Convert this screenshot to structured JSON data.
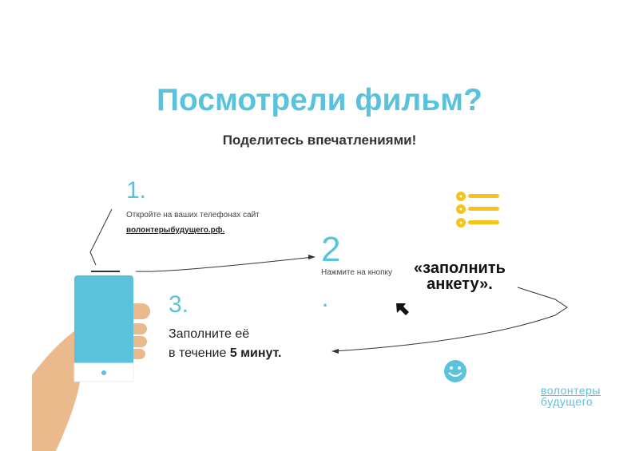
{
  "title": "Посмотрели фильм?",
  "subtitle": "Поделитесь впечатлениями!",
  "step1": {
    "number": "1.",
    "text": "Откройте на ваших телефонах сайт",
    "link": "волонтерыбудущего.рф."
  },
  "step2": {
    "number": "2",
    "dot": ".",
    "text": "Нажмите на кнопку",
    "button_text_line1": "«заполнить",
    "button_text_line2": "анкету»."
  },
  "step3": {
    "number": "3.",
    "line1": "Заполните её",
    "line2_prefix": "в течение ",
    "line2_bold": "5 минут."
  },
  "logo": {
    "line1": "волонтеры",
    "line2": "будущего"
  },
  "colors": {
    "accent": "#5bc2dc",
    "yellow": "#f7c21a",
    "skin": "#eab98c"
  }
}
